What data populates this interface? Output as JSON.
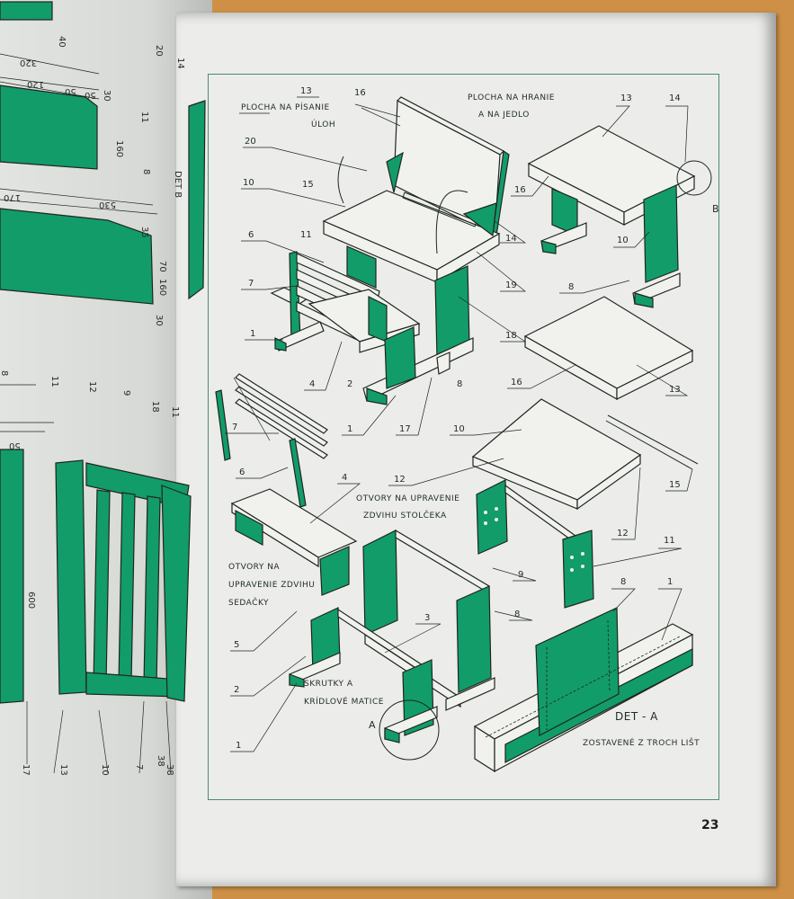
{
  "page_number": "23",
  "captions": {
    "desk_top": [
      "PLOCHA NA PÍSANIE",
      "ÚLOH"
    ],
    "play_top": [
      "PLOCHA NA HRANIE",
      "A NA JEDLO"
    ],
    "desk_holes": [
      "OTVORY NA UPRAVENIE",
      "ZDVIHU STOLČEKA"
    ],
    "seat_holes": [
      "OTVORY NA",
      "UPRAVENIE ZDVIHU",
      "SEDAČKY"
    ],
    "screws": [
      "SKRUTKY A",
      "KRÍDLOVÉ MATICE"
    ],
    "detail_title": "DET - A",
    "detail_note": "ZOSTAVENÉ Z TROCH LIŠT",
    "callout_a": "A",
    "callout_b": "B",
    "left_det": "DET B"
  },
  "right_labels": [
    {
      "id": "l13a",
      "text": "13"
    },
    {
      "id": "l16a",
      "text": "16"
    },
    {
      "id": "l20",
      "text": "20"
    },
    {
      "id": "l10a",
      "text": "10"
    },
    {
      "id": "l15a",
      "text": "15"
    },
    {
      "id": "l6a",
      "text": "6"
    },
    {
      "id": "l11a",
      "text": "11"
    },
    {
      "id": "l7a",
      "text": "7"
    },
    {
      "id": "l1a",
      "text": "1"
    },
    {
      "id": "l4a",
      "text": "4"
    },
    {
      "id": "l2a",
      "text": "2"
    },
    {
      "id": "l1b",
      "text": "1"
    },
    {
      "id": "l17",
      "text": "17"
    },
    {
      "id": "l8a",
      "text": "8"
    },
    {
      "id": "l18",
      "text": "18"
    },
    {
      "id": "l19",
      "text": "19"
    },
    {
      "id": "l14a",
      "text": "14"
    },
    {
      "id": "l13b",
      "text": "13"
    },
    {
      "id": "l14b",
      "text": "14"
    },
    {
      "id": "l16b",
      "text": "16"
    },
    {
      "id": "l10b",
      "text": "10"
    },
    {
      "id": "l8b",
      "text": "8"
    },
    {
      "id": "l16c",
      "text": "16"
    },
    {
      "id": "l13c",
      "text": "13"
    },
    {
      "id": "l10c",
      "text": "10"
    },
    {
      "id": "l7b",
      "text": "7"
    },
    {
      "id": "l6b",
      "text": "6"
    },
    {
      "id": "l12a",
      "text": "12"
    },
    {
      "id": "l15b",
      "text": "15"
    },
    {
      "id": "l4b",
      "text": "4"
    },
    {
      "id": "l12b",
      "text": "12"
    },
    {
      "id": "l11b",
      "text": "11"
    },
    {
      "id": "l9",
      "text": "9"
    },
    {
      "id": "l5",
      "text": "5"
    },
    {
      "id": "l3",
      "text": "3"
    },
    {
      "id": "l8c",
      "text": "8"
    },
    {
      "id": "l2b",
      "text": "2"
    },
    {
      "id": "l1c",
      "text": "1"
    },
    {
      "id": "l8d",
      "text": "8"
    },
    {
      "id": "l1d",
      "text": "1"
    }
  ],
  "left_dims": [
    {
      "id": "d40",
      "text": "40"
    },
    {
      "id": "d320",
      "text": "320"
    },
    {
      "id": "d120",
      "text": "120"
    },
    {
      "id": "d50a",
      "text": "50"
    },
    {
      "id": "d50b",
      "text": "50"
    },
    {
      "id": "d30a",
      "text": "30"
    },
    {
      "id": "d160a",
      "text": "160"
    },
    {
      "id": "d170",
      "text": "170"
    },
    {
      "id": "d530",
      "text": "530"
    },
    {
      "id": "d35",
      "text": "35"
    },
    {
      "id": "d70",
      "text": "70"
    },
    {
      "id": "d160b",
      "text": "160"
    },
    {
      "id": "d30b",
      "text": "30"
    },
    {
      "id": "d50c",
      "text": "50"
    },
    {
      "id": "d600",
      "text": "600"
    },
    {
      "id": "d38",
      "text": "38"
    }
  ],
  "left_labels": [
    {
      "id": "ll20",
      "text": "20"
    },
    {
      "id": "ll14",
      "text": "14"
    },
    {
      "id": "ll11a",
      "text": "11"
    },
    {
      "id": "ll8a",
      "text": "8"
    },
    {
      "id": "ll8b",
      "text": "8"
    },
    {
      "id": "ll11b",
      "text": "11"
    },
    {
      "id": "ll12",
      "text": "12"
    },
    {
      "id": "ll9",
      "text": "9"
    },
    {
      "id": "ll18",
      "text": "18"
    },
    {
      "id": "ll11c",
      "text": "11"
    },
    {
      "id": "ll17",
      "text": "17"
    },
    {
      "id": "ll13",
      "text": "13"
    },
    {
      "id": "ll10",
      "text": "10"
    },
    {
      "id": "ll7",
      "text": "7"
    },
    {
      "id": "ll38",
      "text": "38"
    }
  ],
  "colors": {
    "green": "#129c69",
    "dark": "#1e2621",
    "paper": "#ecedea",
    "wood": "#cd9046"
  }
}
